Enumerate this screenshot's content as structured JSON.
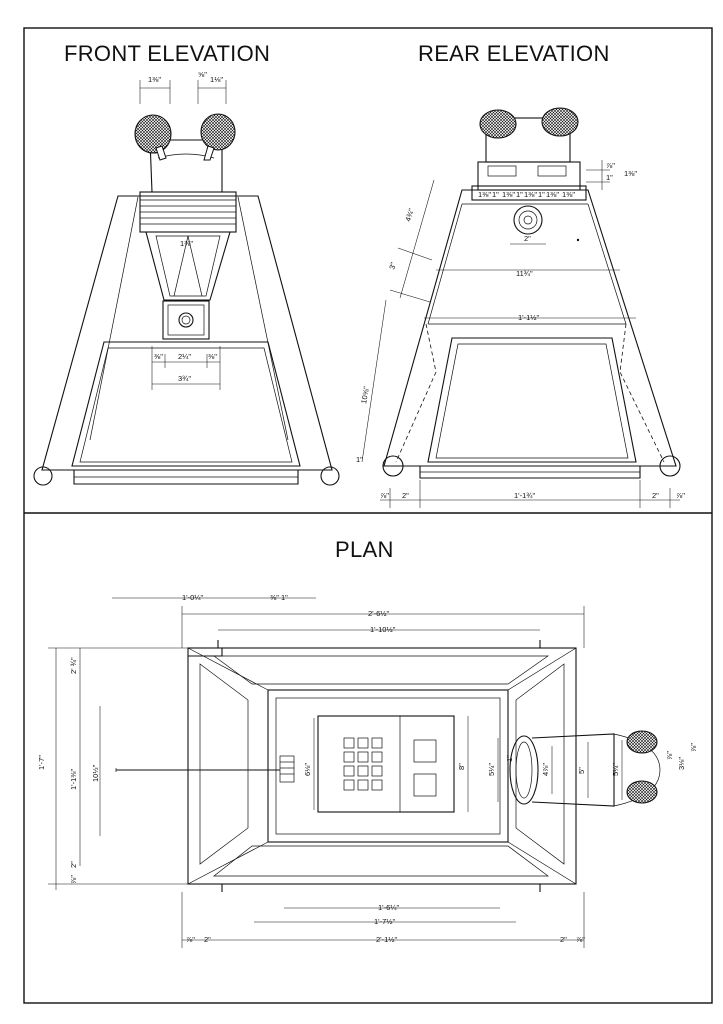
{
  "titles": {
    "front": "FRONT ELEVATION",
    "rear": "REAR ELEVATION",
    "plan": "PLAN"
  },
  "front_dims": {
    "d1": "1⅜\"",
    "d2": "⅝\"",
    "d3": "1⅛\"",
    "d4": "1⅜\"",
    "d5": "⅜\"",
    "d6": "2¼\"",
    "d7": "⅜\"",
    "d8": "3¾\""
  },
  "rear_dims": {
    "d1": "⅞\"",
    "d2": "1\"",
    "d3": "1⅜\"",
    "d4": "4¾\"",
    "d5": "1⅜\"",
    "d6": "1\"",
    "d7": "1⅜\"",
    "d8": "1\"",
    "d9": "1⅜\"",
    "d10": "1\"",
    "d11": "1⅜\"",
    "d12": "1⅜\"",
    "d13": "4¾\"",
    "d14": "2\"",
    "d15": "3\"",
    "d16": "11¾\"",
    "d17": "1'-1½\"",
    "d18": "10⅝\"",
    "d19": "1\"",
    "d20": "⅞\"",
    "d21": "2\"",
    "d22": "1'-1¾\"",
    "d23": "2\"",
    "d24": "⅞\""
  },
  "plan_dims": {
    "top_a": "1'-0¼\"",
    "top_b": "⅜\" 1\"",
    "w1": "2'-6½\"",
    "w2": "1'-10½\"",
    "left1": "1'-7\"",
    "left2": "2' ¾\"",
    "left3": "1'-1⅜\"",
    "left4": "⅞\"",
    "left5": "2\"",
    "ant": "10½\"",
    "pad": "6⅛\"",
    "d8": "8\"",
    "d54a": "5¼\"",
    "d1": "1\"",
    "d4": "4⅞\"",
    "d5": "5\"",
    "d54b": "5¼\"",
    "r1": "⅞\"",
    "r2": "3⅛\"",
    "r3": "⅞\"",
    "b1": "1'-6¼\"",
    "b2": "1'-7½\"",
    "b3": "2'-1½\"",
    "b4": "2\"",
    "b5": "2\"",
    "b6": "⅞\"",
    "b7": "⅞\""
  }
}
